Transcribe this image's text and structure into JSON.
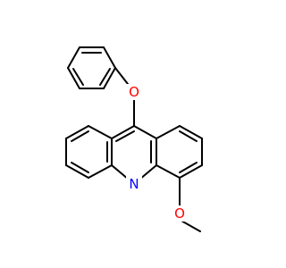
{
  "atoms": [
    {
      "id": "O_phenoxy",
      "label": "O",
      "color": "#FF0000"
    },
    {
      "id": "N_ring",
      "label": "N",
      "color": "#0000FF"
    },
    {
      "id": "O_methoxy",
      "label": "O",
      "color": "#FF0000"
    }
  ],
  "colors": {
    "bond": "#000000",
    "oxygen": "#FF0000",
    "nitrogen": "#0000FF",
    "background": "#FFFFFF"
  }
}
